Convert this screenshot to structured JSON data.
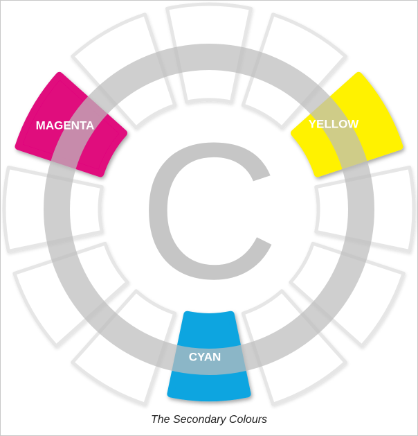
{
  "center_letter": "C",
  "segments": [
    {
      "label": "MAGENTA",
      "color": "#E0077D",
      "highlighted": true
    },
    {
      "label": "YELLOW",
      "color": "#FFF200",
      "highlighted": true
    },
    {
      "label": "CYAN",
      "color": "#0AA5E0",
      "highlighted": true
    }
  ],
  "colors": {
    "ring": "#BDBDBD",
    "empty_segment_stroke": "#E6E6E6",
    "label_text": "#FFFFFF"
  },
  "caption": "The Secondary Colours"
}
